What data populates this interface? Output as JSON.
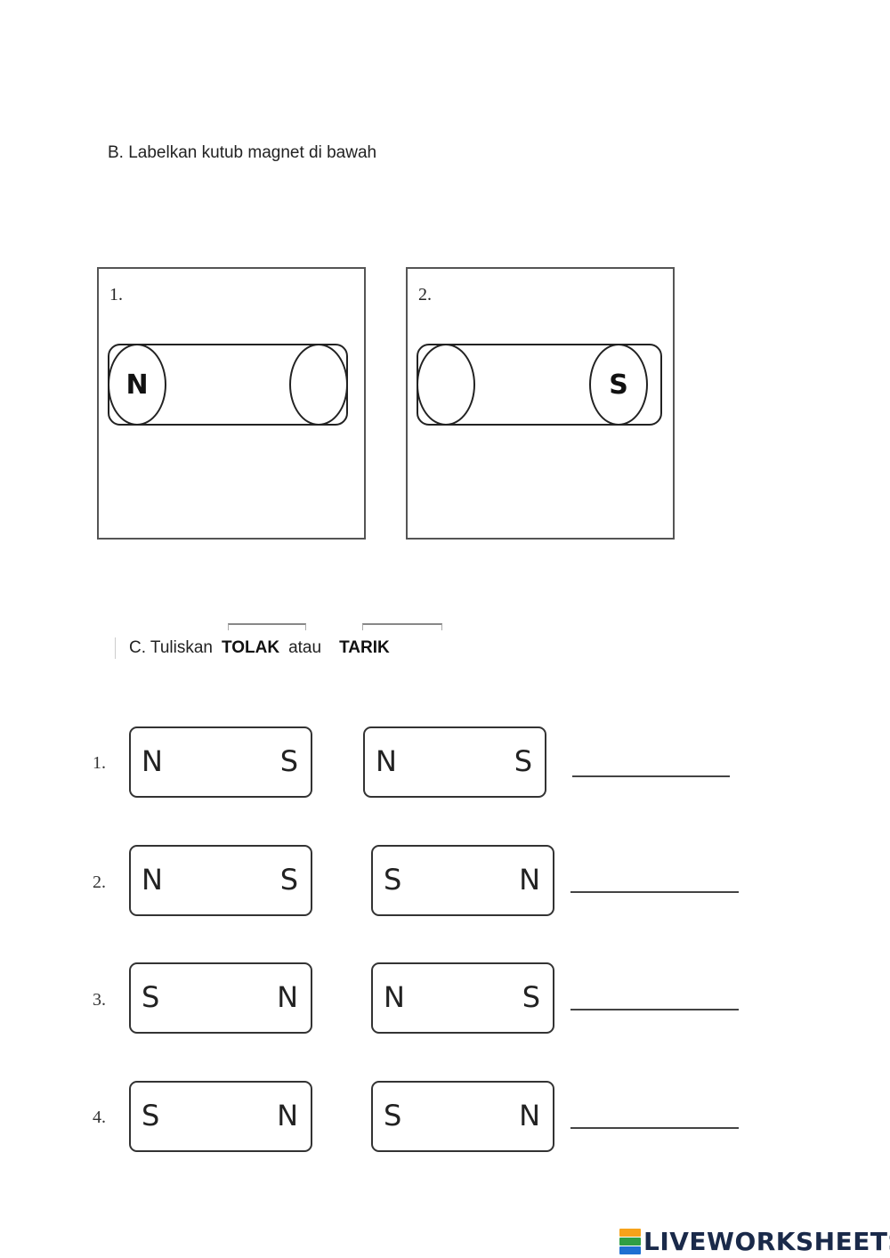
{
  "section_b": {
    "title": "B.  Labelkan kutub magnet di bawah",
    "boxes": [
      {
        "number": "1.",
        "left_pole": "N",
        "right_pole": ""
      },
      {
        "number": "2.",
        "left_pole": "",
        "right_pole": "S"
      }
    ]
  },
  "section_c": {
    "prefix": "C.  Tuliskan",
    "word1": "TOLAK",
    "middle": "atau",
    "word2": "TARIK",
    "rows": [
      {
        "number": "1.",
        "magnet_a": [
          "N",
          "S"
        ],
        "magnet_b": [
          "N",
          "S"
        ]
      },
      {
        "number": "2.",
        "magnet_a": [
          "N",
          "S"
        ],
        "magnet_b": [
          "S",
          "N"
        ]
      },
      {
        "number": "3.",
        "magnet_a": [
          "S",
          "N"
        ],
        "magnet_b": [
          "N",
          "S"
        ]
      },
      {
        "number": "4.",
        "magnet_a": [
          "S",
          "N"
        ],
        "magnet_b": [
          "S",
          "N"
        ]
      }
    ]
  },
  "footer": {
    "brand": "LIVEWORKSHEETS",
    "logo_colors": [
      "#f6a21a",
      "#2f9e44",
      "#1f6fd1"
    ]
  }
}
